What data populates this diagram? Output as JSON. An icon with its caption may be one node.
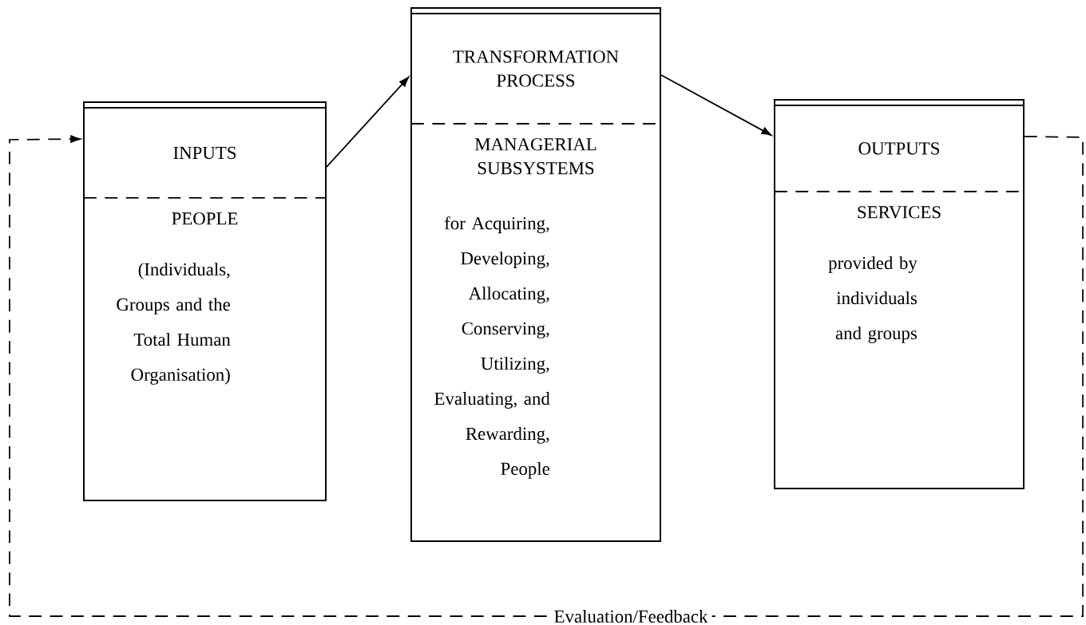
{
  "diagram": {
    "nodes": [
      {
        "text": [
          "INPUTS",
          "PEOPLE",
          "(Individuals, Groups and the Total Human Organisation)"
        ]
      },
      {
        "text": [
          "TRANSFORMATION PROCESS",
          "MANAGERIAL SUBSYSTEMS",
          "for Acquiring, Developing, Allocating, Conserving, Utilizing, Evaluating, and Rewarding, People"
        ]
      },
      {
        "text": [
          "OUTPUTS",
          "SERVICES",
          "provided by individuals and groups"
        ]
      }
    ],
    "edges": [
      {
        "from": 0,
        "to": 1,
        "arrow": "to"
      },
      {
        "from": 1,
        "to": 2,
        "arrow": "to"
      },
      {
        "from": 2,
        "to": 0,
        "arrow": "to",
        "style": "dashed",
        "label": "Evaluation/Feedback"
      }
    ]
  }
}
